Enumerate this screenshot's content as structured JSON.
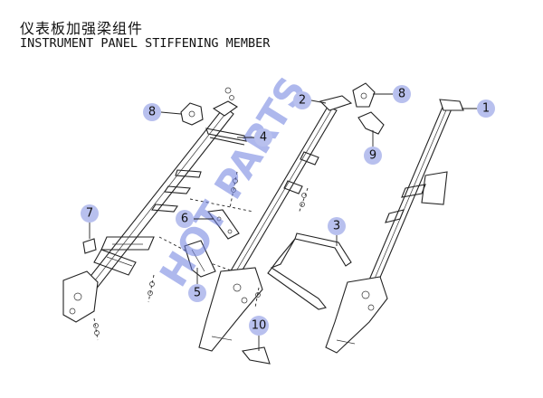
{
  "title": {
    "cn": "仪表板加强梁组件",
    "en": "INSTRUMENT PANEL STIFFENING MEMBER"
  },
  "watermark": "HOT PARTS",
  "callouts": [
    "1",
    "2",
    "3",
    "4",
    "5",
    "6",
    "7",
    "8",
    "8",
    "9",
    "10"
  ],
  "colors": {
    "bubble": "#b8c0ee",
    "watermark": "#6d7fe0",
    "line": "#222222"
  }
}
